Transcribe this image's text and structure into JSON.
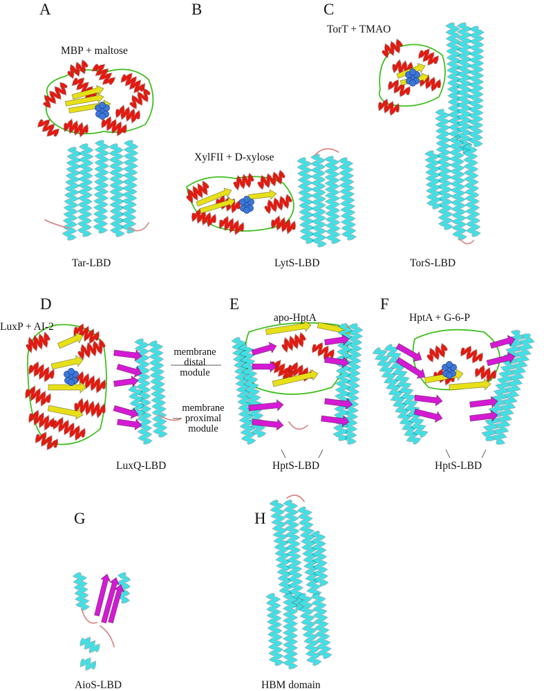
{
  "panels": [
    {
      "letter": "A",
      "ligand_label": "MBP + maltose",
      "domain_label": "Tar-LBD"
    },
    {
      "letter": "B",
      "ligand_label": "XylFII + D-xylose",
      "domain_label": "LytS-LBD"
    },
    {
      "letter": "C",
      "ligand_label": "TorT + TMAO",
      "domain_label": "TorS-LBD"
    },
    {
      "letter": "D",
      "ligand_label": "LuxP + AI-2",
      "domain_label": "LuxQ-LBD"
    },
    {
      "letter": "E",
      "ligand_label": "apo-HptA",
      "domain_label": "HptS-LBD"
    },
    {
      "letter": "F",
      "ligand_label": "HptA + G-6-P",
      "domain_label": "HptS-LBD"
    },
    {
      "letter": "G",
      "ligand_label": "",
      "domain_label": "AioS-LBD"
    },
    {
      "letter": "H",
      "ligand_label": "",
      "domain_label": "HBM domain"
    }
  ],
  "annotations": {
    "distal": [
      "membrane",
      "distal",
      "module"
    ],
    "proximal": [
      "membrane",
      "proximal",
      "module"
    ]
  },
  "colors": {
    "helix": "#3fe0e6",
    "binding_helix": "#e21a10",
    "strand": "#e7e018",
    "lbd_strand": "#d51ad3",
    "ligand": "#3d78d9",
    "loop_green": "#3fbf1f",
    "loop_pink": "#d98a8a"
  }
}
